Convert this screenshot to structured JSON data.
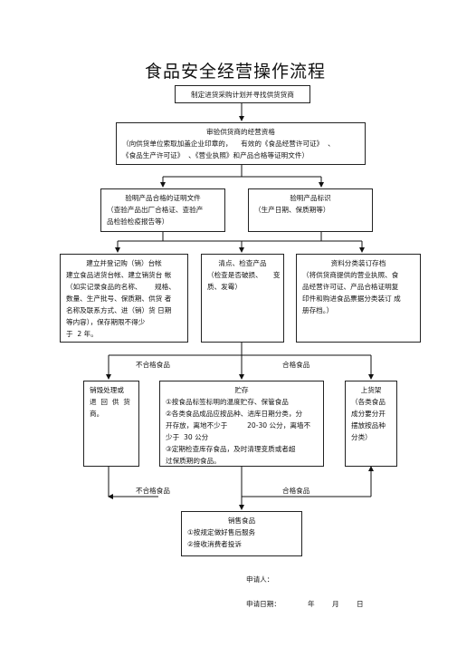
{
  "title": "食品安全经营操作流程",
  "step1": "制定进货采购计划并寻找供货货商",
  "step2": {
    "heading": "审验供货商的经营资格",
    "lines": [
      "（向供货单位索取加盖企业印章的，    有效的《食品经营许可证》  、",
      "《食品生产许可证》  、《营业执照》和产品合格等证明文件）"
    ]
  },
  "step3a": {
    "heading": "验明产品合格的证明文件",
    "lines": [
      "（查验产品出厂合格证、查验产",
      "品检验检疫报告等）"
    ]
  },
  "step3b": {
    "heading": "验明产品标识",
    "lines": [
      "（生产日期、保质期等）"
    ]
  },
  "step4a": {
    "lines": [
      "建立并登记购（销）台帐",
      "建立食品进货台帐、建立销货台 帐",
      "（如实记录食品的名称、      规格、",
      "数量、生产批号、保质期、供货 者",
      "名称及联系方式、进（销）货 日期",
      "等内容），保存期限不得少",
      "于  2 年。"
    ]
  },
  "step4b": {
    "lines": [
      "清点、检查产品",
      "（检查是否破损、     变",
      "质、发霉）"
    ]
  },
  "step4c": {
    "lines": [
      "资料分类装订存档",
      "（将供货商提供的营业执照、食",
      "品经营许可证、产品合格证明复",
      "印件和购进食品票据分类装订 成",
      "册存档。）"
    ]
  },
  "label_unqualified_1": "不合格食品",
  "label_qualified_1": "合格食品",
  "step5a": {
    "lines": [
      "销毁处理或",
      "退  回  供  货",
      "商。"
    ]
  },
  "step5b": {
    "lines": [
      "贮存",
      "①按食品标签标明的温度贮存、保管食品",
      "②各类食品成品应按品种、进库日期分类，分",
      "开存放，离地不少于         20-30 公分，离墙不",
      "少于  30 公分",
      "③定期检查库存食品，及时清理变质或者超",
      "过保质期的食品。"
    ]
  },
  "step5c": {
    "lines": [
      "上货架",
      "（各类食品",
      "成分要分开",
      "摆放按品种",
      "分类）"
    ]
  },
  "label_unqualified_2": "不合格食品",
  "label_qualified_2": "合格食品",
  "step6": {
    "lines": [
      "销售食品",
      "①按规定做好售后服务",
      "②接收消费者投诉"
    ]
  },
  "applicant_label": "申请人：",
  "date_label": "申请日期：",
  "date_year": "年",
  "date_month": "月",
  "date_day": "日"
}
